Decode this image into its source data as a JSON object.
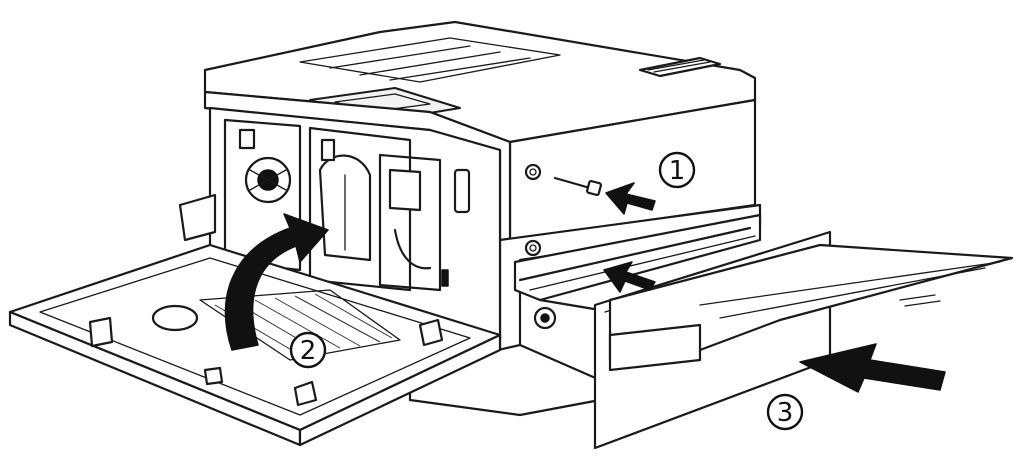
{
  "figure": {
    "description_visible_text": "",
    "callouts": [
      {
        "number": "1"
      },
      {
        "number": "2"
      },
      {
        "number": "3"
      }
    ]
  },
  "colors": {
    "line": "#1a1a1a",
    "fill": "#ffffff",
    "arrow": "#111111"
  },
  "icons": {
    "arrow_1": "arrow-pointing-left-icon",
    "arrow_2": "curved-arrow-up-icon",
    "arrow_3": "arrow-pointing-left-icon"
  }
}
